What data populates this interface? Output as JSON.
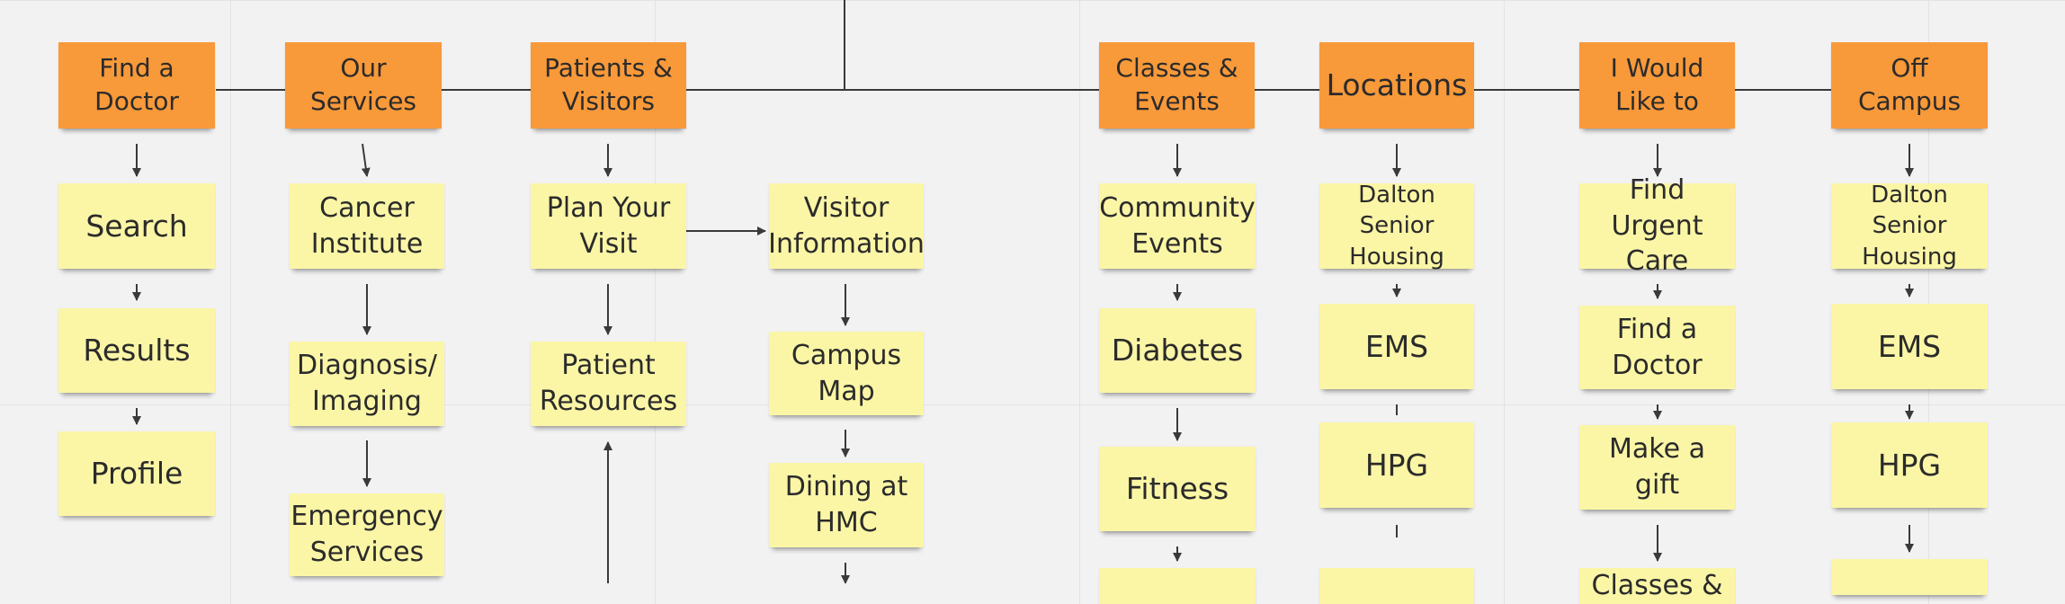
{
  "board": {
    "colors": {
      "orange_note": "#f8993a",
      "yellow_note": "#fbf6a6",
      "connector": "#3a3a3a",
      "background": "#f2f2f3"
    },
    "top_level": {
      "find_a_doctor": "Find a\nDoctor",
      "our_services": "Our\nServices",
      "patients_visitors": "Patients &\nVisitors",
      "classes_events": "Classes &\nEvents",
      "locations": "Locations",
      "i_would_like_to": "I Would\nLike to",
      "off_campus": "Off\nCampus"
    },
    "find_a_doctor_items": [
      "Search",
      "Results",
      "Profile"
    ],
    "our_services_items": [
      "Cancer\nInstitute",
      "Diagnosis/\nImaging",
      "Emergency\nServices"
    ],
    "patients_visitors_items": [
      "Plan Your\nVisit",
      "Patient\nResources"
    ],
    "visitor_info_items": [
      "Visitor\nInformation",
      "Campus\nMap",
      "Dining at\nHMC"
    ],
    "classes_events_items": [
      "Community\nEvents",
      "Diabetes",
      "Fitness"
    ],
    "locations_items": [
      "Dalton Senior\nHousing",
      "EMS",
      "HPG"
    ],
    "i_would_like_to_items": [
      "Find Urgent\nCare",
      "Find a\nDoctor",
      "Make a gift",
      "Classes &"
    ],
    "off_campus_items": [
      "Dalton Senior\nHousing",
      "EMS",
      "HPG"
    ]
  }
}
